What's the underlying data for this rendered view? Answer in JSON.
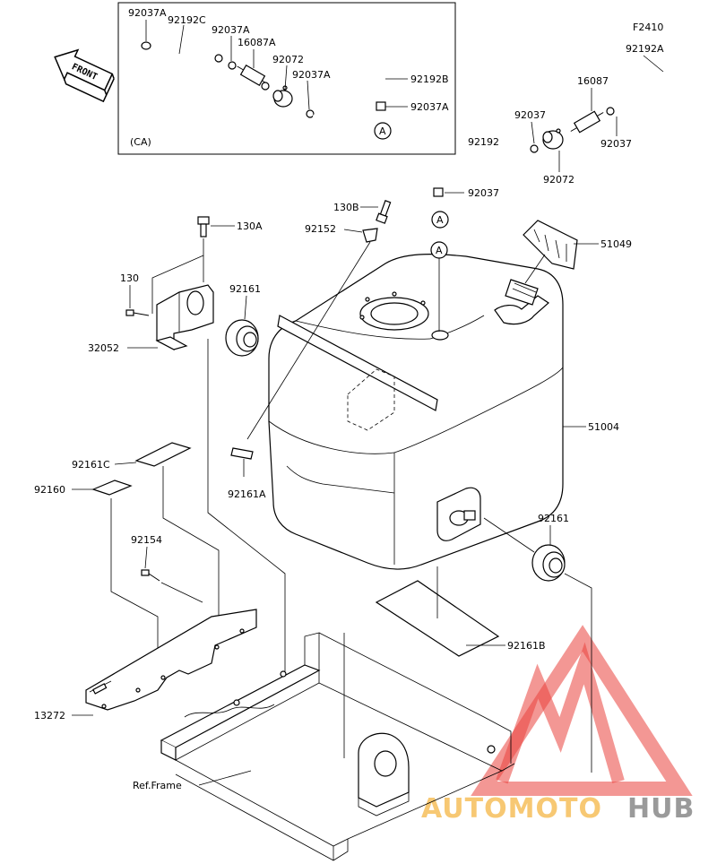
{
  "figure_code": "F2410",
  "front_label": "FRONT",
  "ca_label": "(CA)",
  "ref_marker": "A",
  "watermark": {
    "text_part1": "AUTOMOTO",
    "text_part2": "HUB",
    "color_main": "#e9423c",
    "color_text1": "#f7c873",
    "color_text2": "#9a9a9a"
  },
  "labels": {
    "ca_92037A_a": "92037A",
    "ca_92192C": "92192C",
    "ca_92037A_b": "92037A",
    "ca_16087A": "16087A",
    "ca_92072": "92072",
    "ca_92037A_c": "92037A",
    "ca_92192B": "92192B",
    "ca_92037A_d": "92037A",
    "p_92192A": "92192A",
    "p_16087": "16087",
    "p_92037_a": "92037",
    "p_92037_b": "92037",
    "p_92192": "92192",
    "p_92072": "92072",
    "p_92037_c": "92037",
    "p_130B": "130B",
    "p_92152": "92152",
    "p_130A": "130A",
    "p_51049": "51049",
    "p_130": "130",
    "p_92161_a": "92161",
    "p_32052": "32052",
    "p_51004": "51004",
    "p_92161C": "92161C",
    "p_92160": "92160",
    "p_92161A": "92161A",
    "p_92161_b": "92161",
    "p_92154": "92154",
    "p_92161B": "92161B",
    "p_13272": "13272",
    "p_ref_frame": "Ref.Frame"
  }
}
